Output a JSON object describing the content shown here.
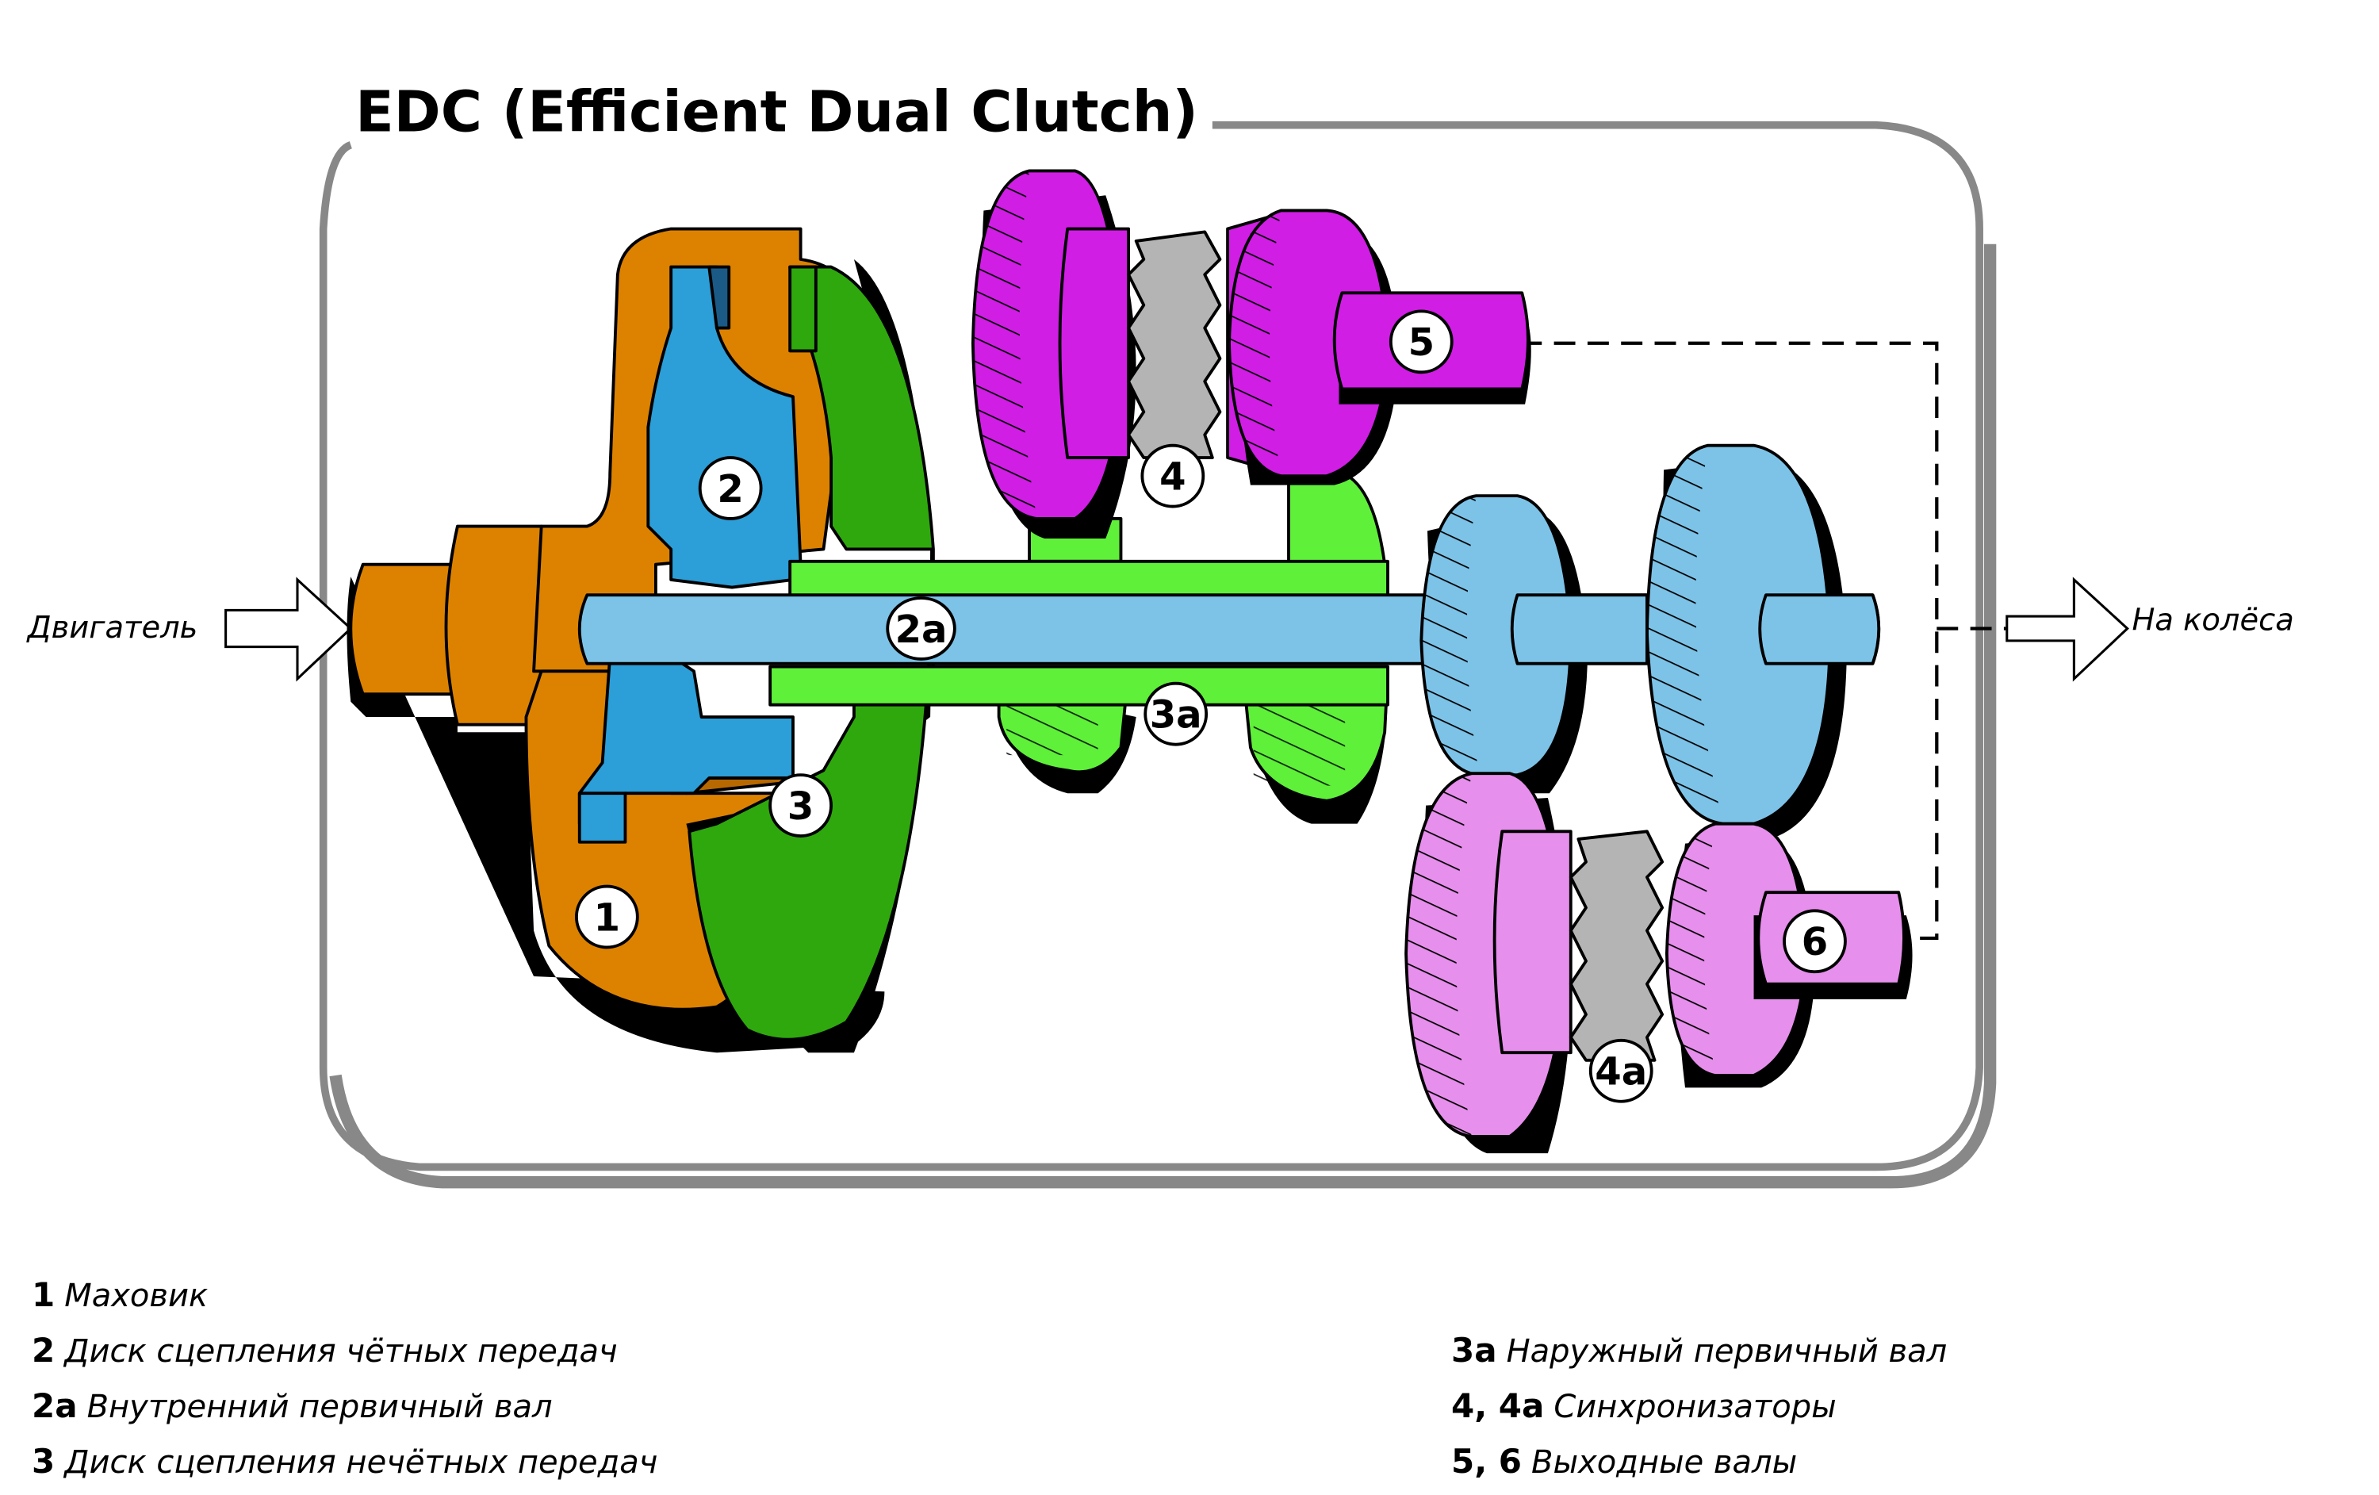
{
  "title": "EDC (Efficient Dual Clutch)",
  "input_label": "Двигатель",
  "output_label": "На колёса",
  "callouts": {
    "c1": "1",
    "c2": "2",
    "c2a": "2a",
    "c3": "3",
    "c3a": "3a",
    "c4": "4",
    "c4a": "4a",
    "c5": "5",
    "c6": "6"
  },
  "colors": {
    "flywheel": "#DD8200",
    "even_clutch": "#2C9ED8",
    "inner_shaft": "#7DC3E8",
    "odd_clutch": "#2FA80E",
    "outer_shaft": "#5FF03A",
    "output_shaft_5": "#D01EE4",
    "output_shaft_6": "#E78FEC",
    "synchronizer": "#B4B4B4",
    "frame": "#888888"
  },
  "legend": {
    "left": [
      {
        "key": "1",
        "desc": "Маховик"
      },
      {
        "key": "2",
        "desc": "Диск сцепления чётных передач"
      },
      {
        "key": "2a",
        "desc": "Внутренний первичный вал"
      },
      {
        "key": "3",
        "desc": "Диск сцепления нечётных передач"
      }
    ],
    "right": [
      {
        "key": "3a",
        "desc": "Наружный первичный вал"
      },
      {
        "key": "4, 4a",
        "desc": "Синхронизаторы"
      },
      {
        "key": "5, 6",
        "desc": "Выходные валы"
      }
    ]
  }
}
